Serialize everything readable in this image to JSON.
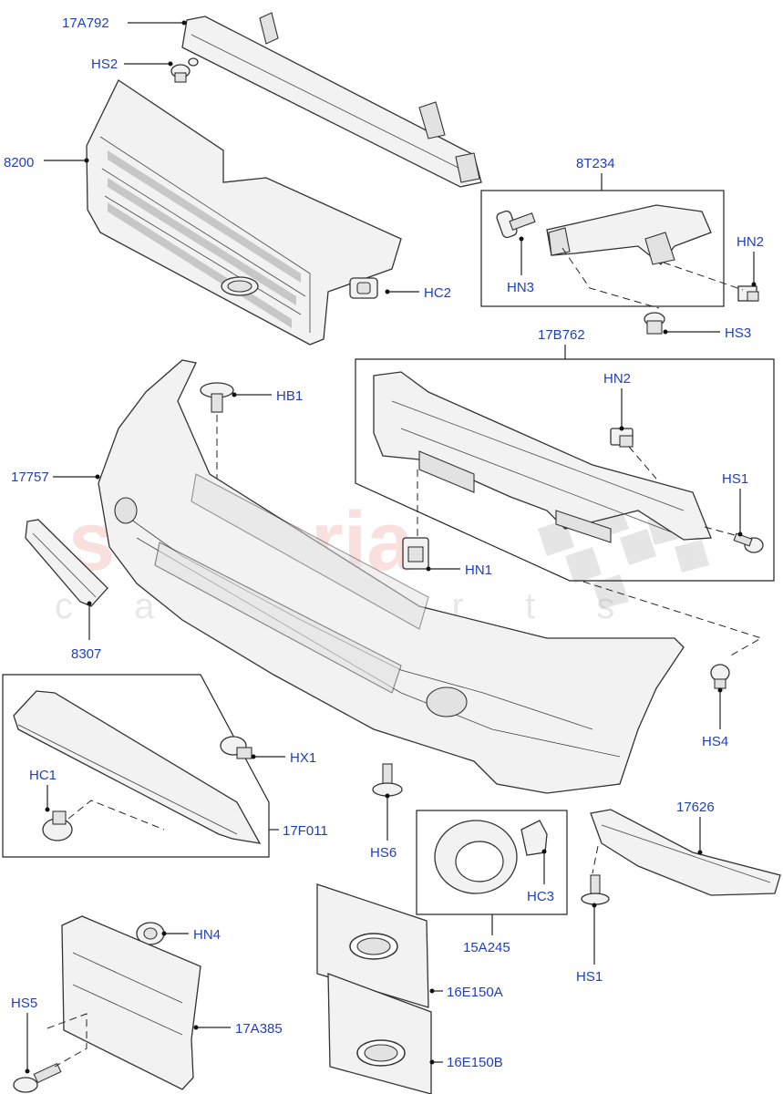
{
  "watermark": {
    "main": "scuderia",
    "sub": "c a r p a r t s"
  },
  "callouts": {
    "c17A792": "17A792",
    "hs2": "HS2",
    "c8200": "8200",
    "hc2": "HC2",
    "c8T234": "8T234",
    "hn2_top": "HN2",
    "hn3": "HN3",
    "hs3": "HS3",
    "c17B762": "17B762",
    "hb1": "HB1",
    "hn2_mid": "HN2",
    "hs1_mid": "HS1",
    "c17757": "17757",
    "hn1": "HN1",
    "c8307": "8307",
    "hs4": "HS4",
    "hx1": "HX1",
    "hc1": "HC1",
    "c17F011": "17F011",
    "hs6": "HS6",
    "hc3": "HC3",
    "c15A245": "15A245",
    "c17626": "17626",
    "hs1_bottom": "HS1",
    "hn4": "HN4",
    "hs5": "HS5",
    "c17A385": "17A385",
    "c16E150A": "16E150A",
    "c16E150B": "16E150B"
  }
}
